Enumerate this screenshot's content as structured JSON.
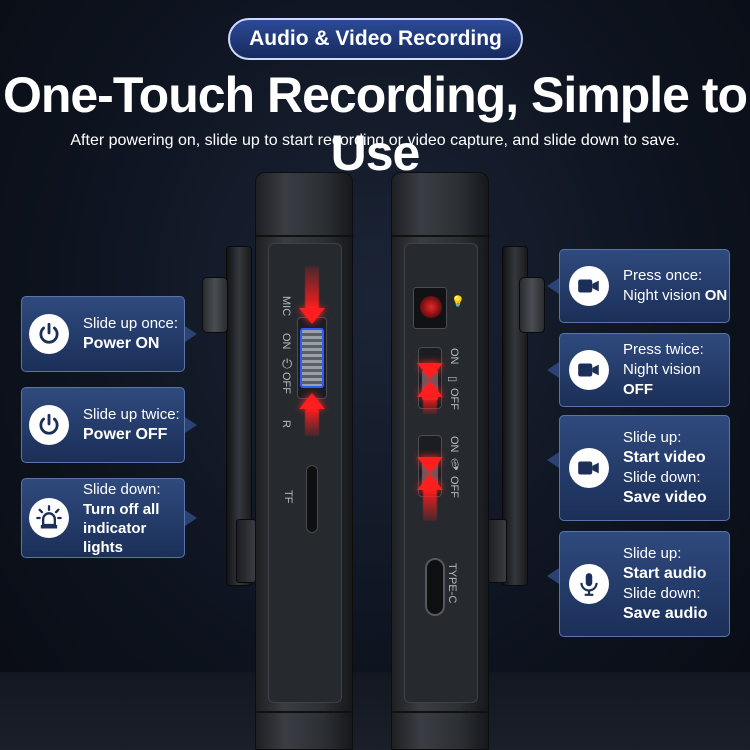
{
  "badge": "Audio & Video Recording",
  "headline": "One-Touch Recording, Simple to Use",
  "subline": "After powering on, slide up to start recording or video capture, and slide down to save.",
  "device_labels": {
    "mic": "MIC",
    "on": "ON",
    "off": "OFF",
    "r": "R",
    "tf": "TF",
    "type_c": "TYPE-C",
    "on2": "ON",
    "off2": "OFF",
    "on3": "ON",
    "off3": "OFF"
  },
  "left_cards": [
    {
      "icon": "power-icon",
      "line1": "Slide up once:",
      "bold": "Power ON"
    },
    {
      "icon": "power-icon",
      "line1": "Slide up twice:",
      "bold": "Power OFF"
    },
    {
      "icon": "siren-light-icon",
      "line1": "Slide down:",
      "bold": "Turn off all indicator lights"
    }
  ],
  "right_cards": [
    {
      "icon": "video-camera-icon",
      "line1": "Press once:",
      "line2": "Night vision ",
      "bold2": "ON"
    },
    {
      "icon": "video-camera-icon",
      "line1": "Press twice:",
      "line2": "Night vision ",
      "bold2": "OFF"
    },
    {
      "icon": "video-camera-icon",
      "line1": "Slide up:",
      "bold1": "Start video",
      "line2": "Slide down:",
      "bold2": "Save video"
    },
    {
      "icon": "microphone-icon",
      "line1": "Slide up:",
      "bold1": "Start audio",
      "line2": "Slide down:",
      "bold2": "Save audio"
    }
  ],
  "colors": {
    "accent_blue": "#2c4a96",
    "card_blue": "#1b2f58",
    "arrow_red": "#ff1e1e"
  }
}
